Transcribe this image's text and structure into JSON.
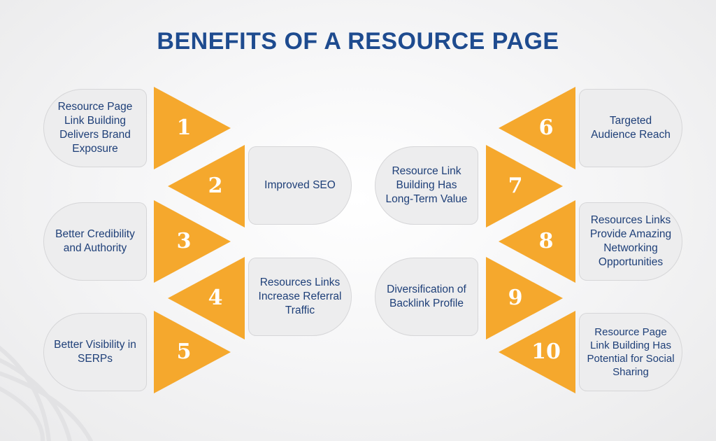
{
  "title": "BENEFITS OF A RESOURCE PAGE",
  "colors": {
    "title": "#1e4b8f",
    "accent": "#f5a82d",
    "box": "#ededee",
    "text": "#1e3f78"
  },
  "items": [
    {
      "number": "1",
      "text": "Resource Page Link Building Delivers Brand Exposure"
    },
    {
      "number": "2",
      "text": "Improved SEO"
    },
    {
      "number": "3",
      "text": "Better Credibility and Authority"
    },
    {
      "number": "4",
      "text": "Resources Links Increase Referral Traffic"
    },
    {
      "number": "5",
      "text": "Better Visibility in SERPs"
    },
    {
      "number": "6",
      "text": "Targeted Audience Reach"
    },
    {
      "number": "7",
      "text": "Resource Link Building Has Long-Term Value"
    },
    {
      "number": "8",
      "text": "Resources Links Provide Amazing Networking Opportunities"
    },
    {
      "number": "9",
      "text": "Diversification of Backlink Profile"
    },
    {
      "number": "10",
      "text": "Resource Page Link Building Has Potential for Social Sharing"
    }
  ]
}
